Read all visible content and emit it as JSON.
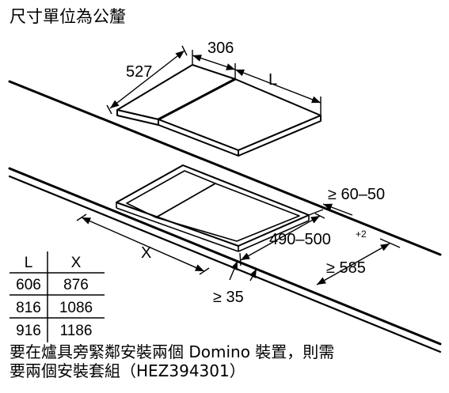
{
  "header": {
    "units_text": "尺寸單位為公釐"
  },
  "dims": {
    "depth": "527",
    "width_small": "306",
    "width_L": "L",
    "front_gap": "≥ 60–50",
    "cutout_depth": "490–500",
    "cutout_depth_sup": "+2",
    "wall_gap": "≥ 585",
    "cutout_width": "X",
    "side_gap": "≥ 35"
  },
  "table": {
    "headers": [
      "L",
      "X"
    ],
    "rows": [
      [
        "606",
        "876"
      ],
      [
        "816",
        "1086"
      ],
      [
        "916",
        "1186"
      ]
    ]
  },
  "note": {
    "line1": "要在爐具旁緊鄰安裝兩個 Domino 裝置，則需",
    "line2": "要兩個安裝套組（HEZ394301）"
  }
}
